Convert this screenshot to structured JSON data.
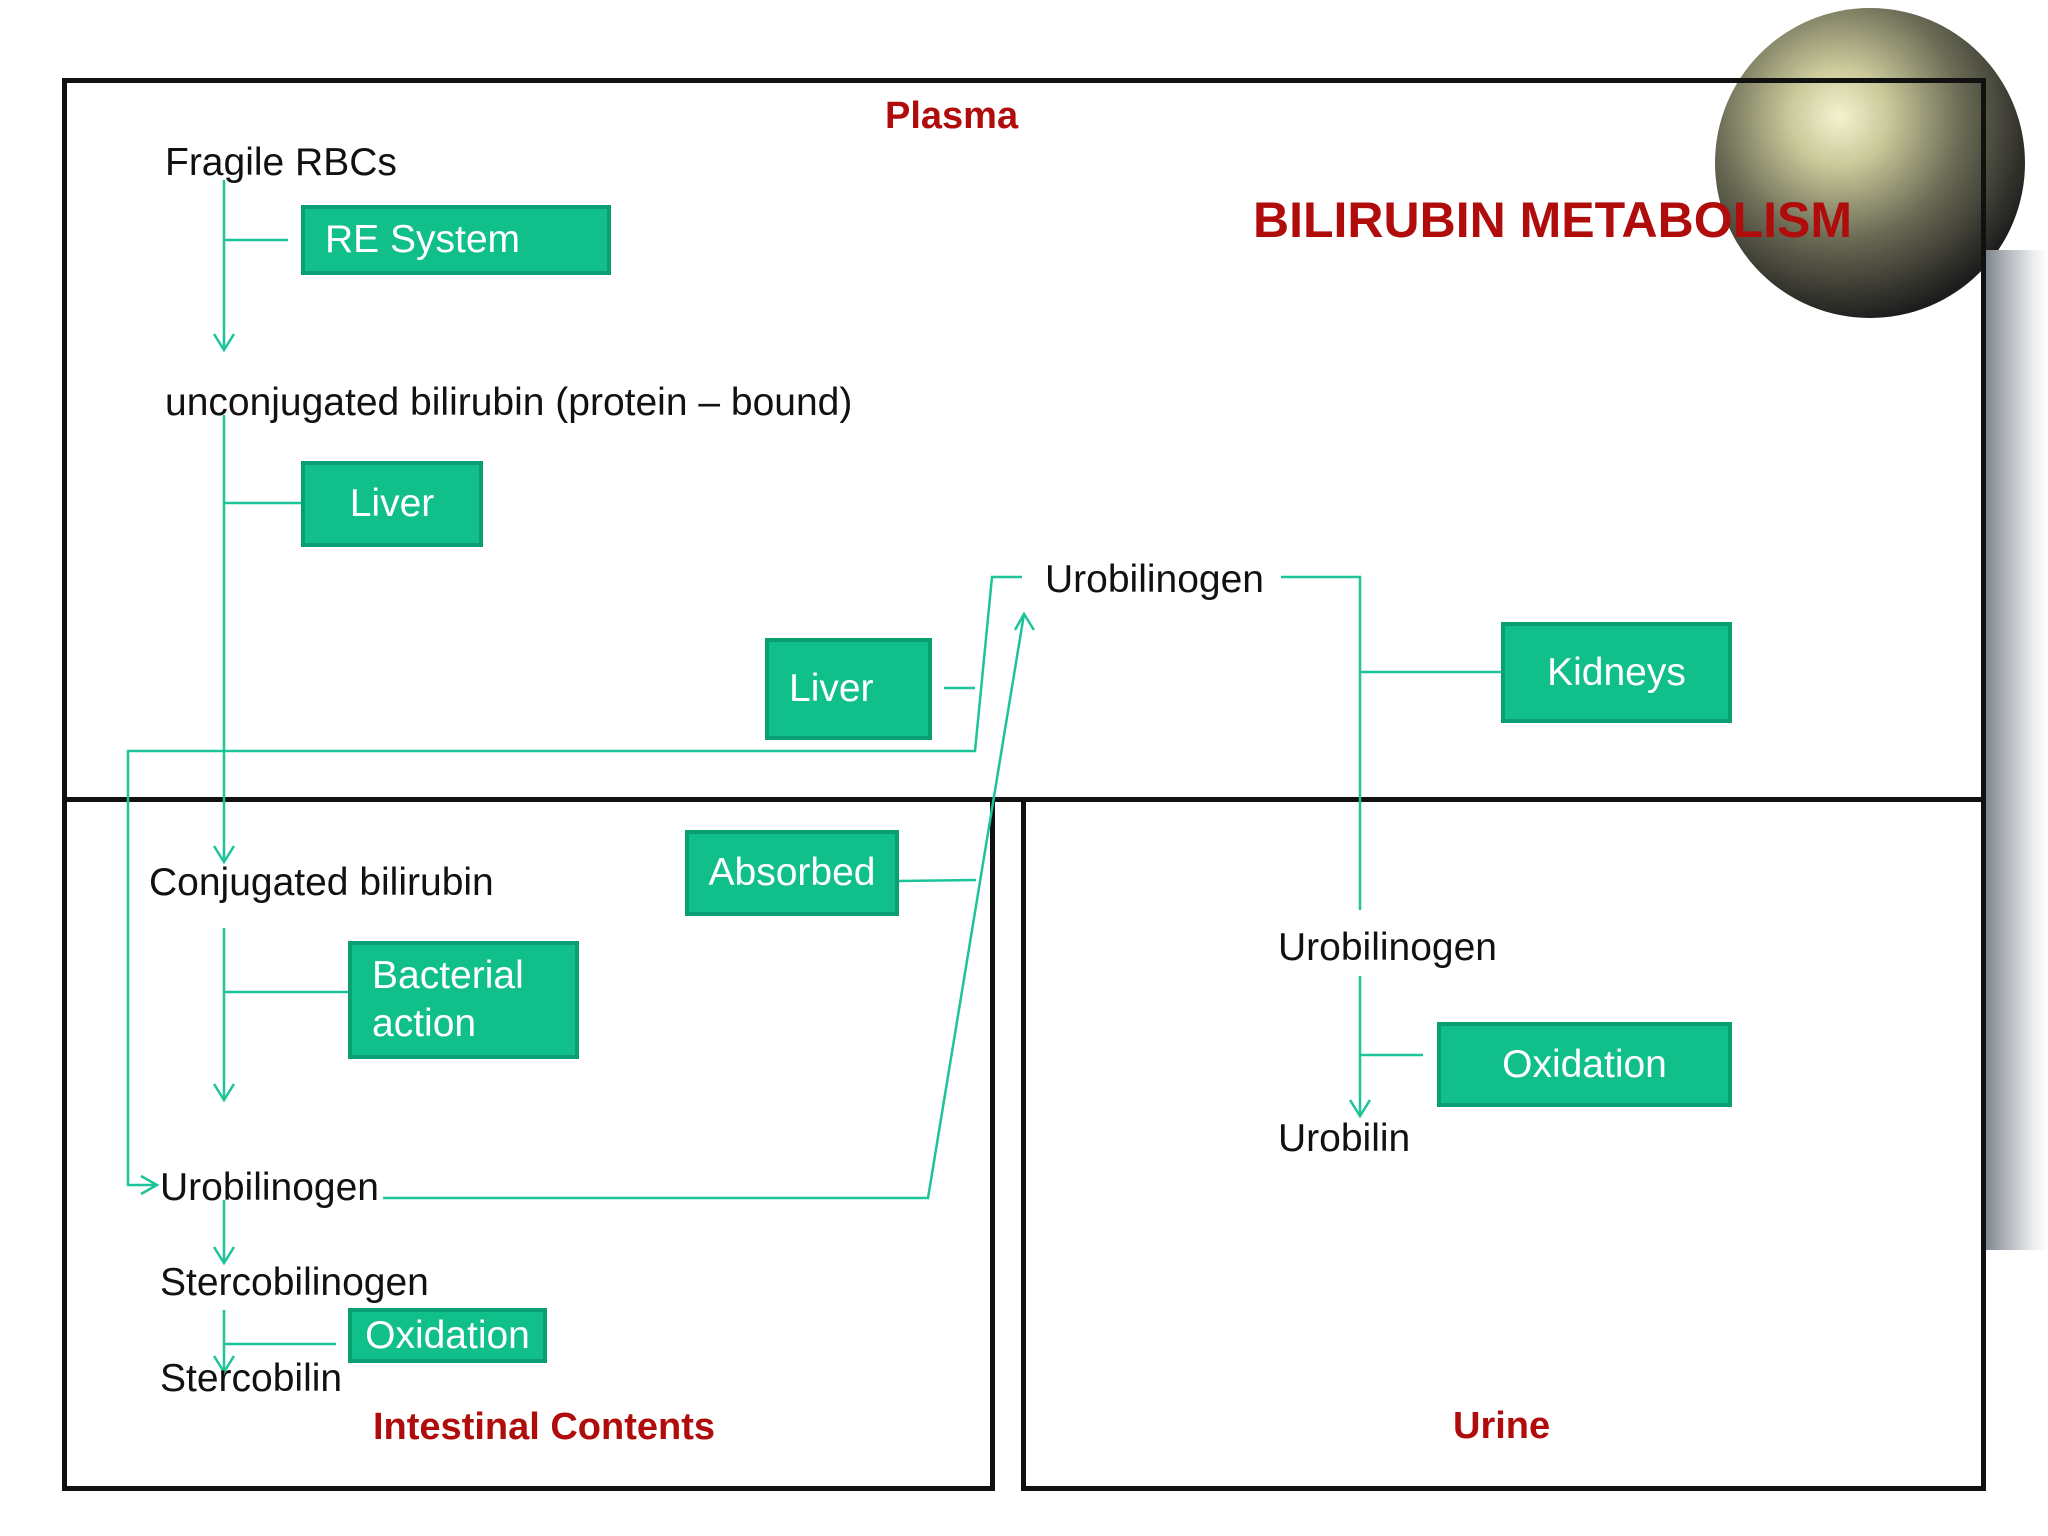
{
  "title": "BILIRUBIN METABOLISM",
  "regions": {
    "plasma": "Plasma",
    "intestinal": "Intestinal Contents",
    "urine": "Urine"
  },
  "labels": {
    "fragile_rbcs": "Fragile RBCs",
    "unconjugated": "unconjugated bilirubin (protein – bound)",
    "urobilinogen_plasma": "Urobilinogen",
    "conjugated": "Conjugated bilirubin",
    "urobilinogen_intestine": "Urobilinogen",
    "stercobilinogen": "Stercobilinogen",
    "stercobilin": "Stercobilin",
    "urobilinogen_urine": "Urobilinogen",
    "urobilin": "Urobilin"
  },
  "boxes": {
    "re_system": "RE System",
    "liver_1": "Liver",
    "liver_2": "Liver",
    "kidneys": "Kidneys",
    "absorbed": "Absorbed",
    "bacterial_action": "Bacterial action",
    "oxidation_intestine": "Oxidation",
    "oxidation_urine": "Oxidation"
  },
  "colors": {
    "flow_line": "#1dc49a",
    "box_fill": "#10bf8a",
    "region_title": "#b00c0c",
    "region_border": "#111111"
  }
}
